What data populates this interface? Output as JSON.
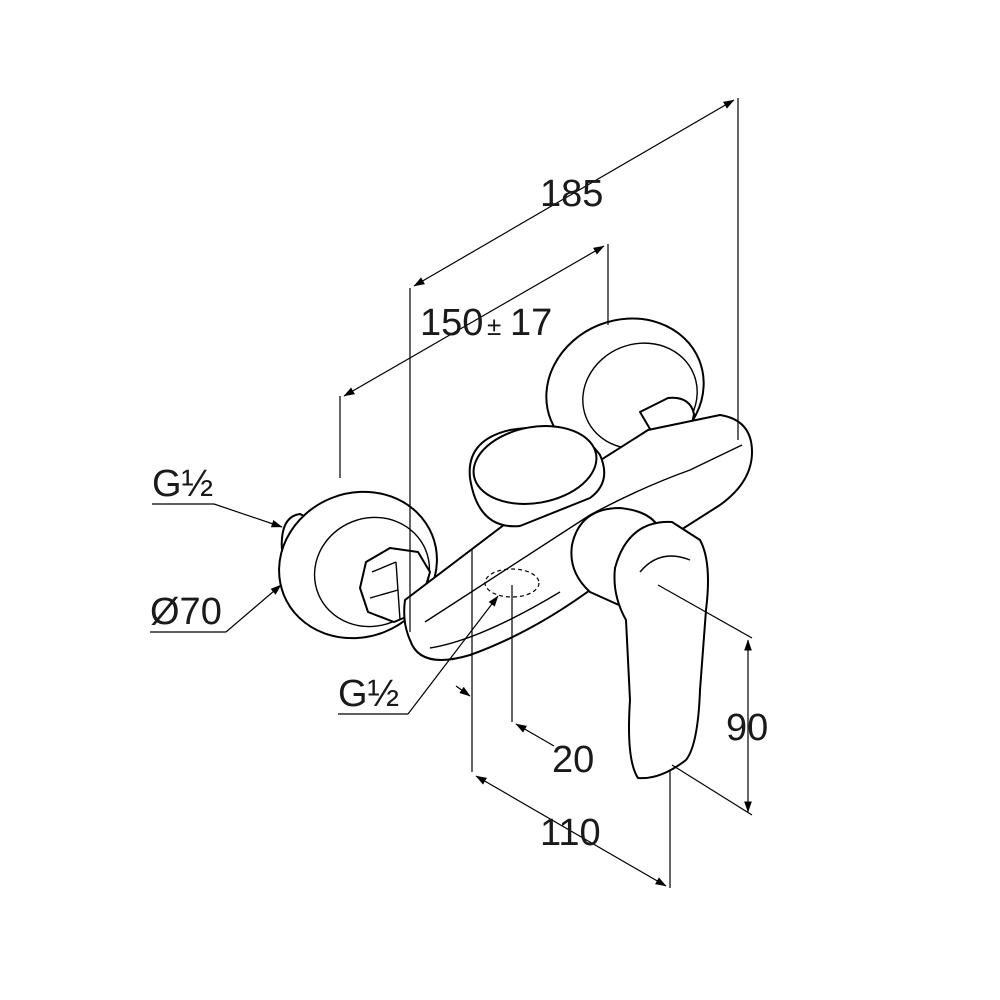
{
  "diagram": {
    "dimensions": {
      "overall_length": "185",
      "center_distance": "150",
      "center_distance_sign": "±",
      "center_distance_tolerance": "17",
      "handle_height": "90",
      "outlet_offset": "20",
      "projection": "110"
    },
    "callouts": {
      "inlet_thread": "G½",
      "rosette_diameter": "Ø70",
      "outlet_thread": "G½"
    },
    "line_color": "#000000",
    "background_color": "#ffffff"
  }
}
